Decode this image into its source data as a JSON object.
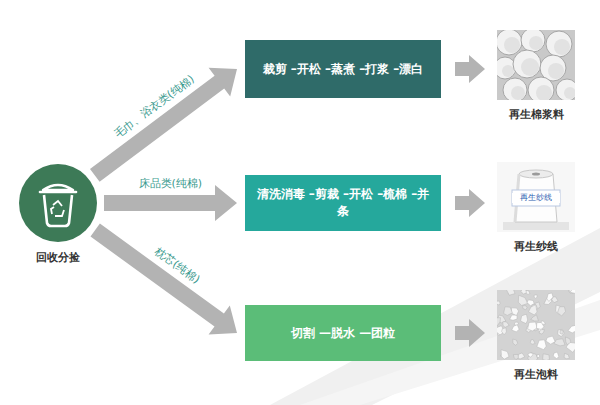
{
  "diagram": {
    "nodes": [
      {
        "text": [
          "回收分捡"
        ]
      },
      {
        "text": [
          "裁剪 –开松 –蒸煮 –打浆 –漂白"
        ]
      },
      {
        "text": [
          "再生棉浆料"
        ]
      },
      {
        "text": [
          "清洗消毒 –剪裁 –开松 –梳棉 –并条"
        ]
      },
      {
        "text": [
          "再生纱线",
          "再生纱线"
        ]
      },
      {
        "text": [
          "切割 —脱水 —团粒"
        ]
      },
      {
        "text": [
          "再生泡料"
        ]
      }
    ],
    "edges": [
      {
        "from": 0,
        "to": 1,
        "label": "毛巾、浴衣类(纯棉)",
        "arrow": "to"
      },
      {
        "from": 0,
        "to": 3,
        "label": "床品类(纯棉)",
        "arrow": "to"
      },
      {
        "from": 0,
        "to": 5,
        "label": "枕芯(纯棉)",
        "arrow": "to"
      },
      {
        "from": 1,
        "to": 2,
        "arrow": "to"
      },
      {
        "from": 3,
        "to": 4,
        "arrow": "to"
      },
      {
        "from": 5,
        "to": 6,
        "arrow": "to"
      }
    ]
  }
}
